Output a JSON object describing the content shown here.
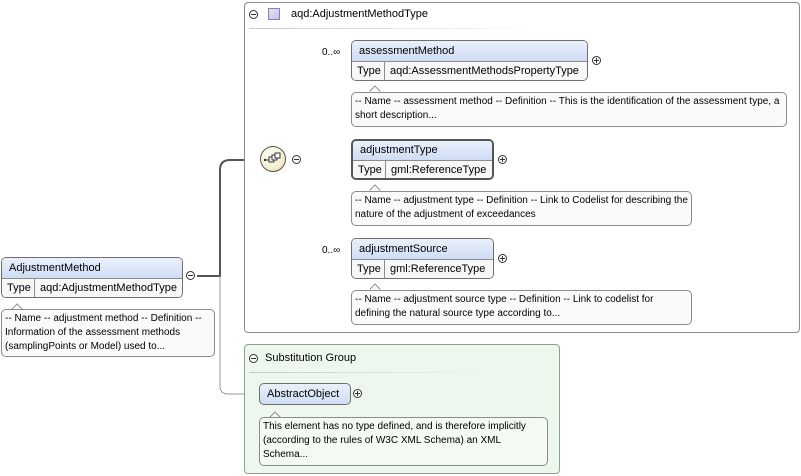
{
  "root": {
    "name": "AdjustmentMethod",
    "type_key": "Type",
    "type_value": "aqd:AdjustmentMethodType",
    "doc": "-- Name -- adjustment method -- Definition -- Information of the assessment methods (samplingPoints or Model) used to..."
  },
  "type_panel": {
    "title": "aqd:AdjustmentMethodType",
    "children": [
      {
        "name": "assessmentMethod",
        "occurs": "0..∞",
        "type_key": "Type",
        "type_value": "aqd:AssessmentMethodsPropertyType",
        "doc": "-- Name -- assessment method -- Definition -- This is the identification of the assessment type, a short description..."
      },
      {
        "name": "adjustmentType",
        "occurs": "",
        "type_key": "Type",
        "type_value": "gml:ReferenceType",
        "doc": "-- Name -- adjustment type -- Definition -- Link to Codelist for describing the nature of the adjustment of exceedances"
      },
      {
        "name": "adjustmentSource",
        "occurs": "0..∞",
        "type_key": "Type",
        "type_value": "gml:ReferenceType",
        "doc": "-- Name -- adjustment source type -- Definition -- Link to codelist for defining the natural source type according to..."
      }
    ]
  },
  "substitution_panel": {
    "title": "Substitution Group",
    "element": "AbstractObject",
    "doc": "This element has no type defined, and is therefore implicitly (according to the rules of W3C XML Schema) an XML Schema..."
  },
  "icons": {
    "type_icon": "complex-type-icon",
    "sequence": "sequence-compositor-icon",
    "collapse": "collapse-minus-icon",
    "expand": "expand-plus-icon"
  },
  "colors": {
    "element_header": "#cfdcf4",
    "substitution_background": "#eef7ee",
    "type_icon": "#c6bfe8",
    "connector": "#555555"
  }
}
